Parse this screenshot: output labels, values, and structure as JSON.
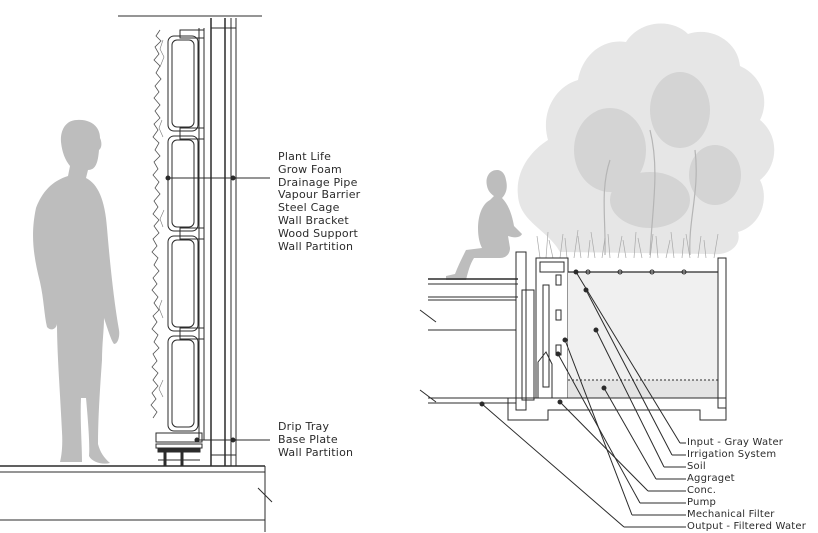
{
  "wall_section": {
    "upper_labels": [
      "Plant Life",
      "Grow Foam",
      "Drainage Pipe",
      "Vapour Barrier",
      "Steel Cage",
      "Wall Bracket",
      "Wood Support",
      "Wall Partition"
    ],
    "lower_labels": [
      "Drip Tray",
      "Base Plate",
      "Wall Partition"
    ]
  },
  "planter_section": {
    "labels": [
      "Input - Gray Water",
      "Irrigation System",
      "Soil",
      "Aggraget",
      "Conc.",
      "Pump",
      "Mechanical Filter",
      "Output - Filtered Water"
    ]
  },
  "colors": {
    "line": "#2b2b2b",
    "silhouette": "#bdbdbd",
    "foliage": "#e2e2e2",
    "soil": "#f2f2f2"
  }
}
